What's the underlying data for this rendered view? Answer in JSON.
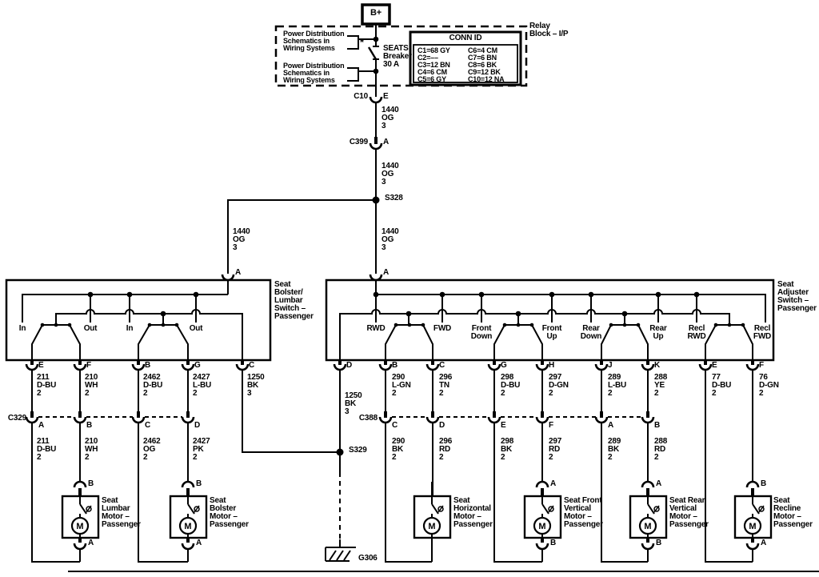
{
  "power_feed": {
    "battery_label": "B+",
    "relay_block_label": "Relay\nBlock – I/P",
    "power_distribution_note": "Power Distribution\nSchematics in\nWiring Systems",
    "breaker_label": "SEATS\nBreaker\n30 A",
    "breaker_star": "*",
    "conn_id_table": {
      "header": "CONN ID",
      "left_column": [
        "C1=68 GY",
        "C2=––",
        "C3=12 BN",
        "C4=6 CM",
        "C5=6 GY"
      ],
      "right_column": [
        "C6=4 CM",
        "C7=6 BN",
        "C8=6 BK",
        "C9=12 BK",
        "C10=12 NA"
      ]
    },
    "connector_c10": {
      "name": "C10",
      "pin": "E"
    },
    "connector_c399": {
      "name": "C399",
      "pin": "A"
    },
    "splice_s328": "S328",
    "splice_s329": "S329",
    "ground_g306": "G306",
    "wire_1440": "1440\nOG\n3"
  },
  "left_switch": {
    "label": "Seat\nBolster/\nLumbar\nSwitch –\nPassenger",
    "feed_pin": "A",
    "positions": [
      "In",
      "Out",
      "In",
      "Out"
    ],
    "pins": [
      "E",
      "F",
      "B",
      "G",
      "C"
    ]
  },
  "right_switch": {
    "label": "Seat\nAdjuster\nSwitch –\nPassenger",
    "feed_pin": "A",
    "positions": [
      "RWD",
      "FWD",
      "Front\nDown",
      "Front\nUp",
      "Rear\nDown",
      "Rear\nUp",
      "Recl\nRWD",
      "Recl\nFWD"
    ],
    "pins": [
      "D",
      "B",
      "C",
      "G",
      "H",
      "J",
      "K",
      "E",
      "F"
    ]
  },
  "connector_c329": {
    "name": "C329",
    "pins": [
      "A",
      "B",
      "C",
      "D"
    ]
  },
  "connector_c388": {
    "name": "C388",
    "pins": [
      "C",
      "D",
      "E",
      "F",
      "A",
      "B"
    ]
  },
  "wires": {
    "left_upper": [
      "211\nD-BU\n2",
      "210\nWH\n2",
      "2462\nD-BU\n2",
      "2427\nL-BU\n2",
      "1250\nBK\n3"
    ],
    "left_lower": [
      "211\nD-BU\n2",
      "210\nWH\n2",
      "2462\nOG\n2",
      "2427\nPK\n2"
    ],
    "right_ground": "1250\nBK\n3",
    "right_upper": [
      "290\nL-GN\n2",
      "296\nTN\n2",
      "298\nD-BU\n2",
      "297\nD-GN\n2",
      "289\nL-BU\n2",
      "288\nYE\n2",
      "77\nD-BU\n2",
      "76\nD-GN\n2"
    ],
    "right_lower": [
      "290\nBK\n2",
      "296\nRD\n2",
      "298\nBK\n2",
      "297\nRD\n2",
      "289\nBK\n2",
      "288\nRD\n2"
    ]
  },
  "motors": [
    {
      "label": "Seat\nLumbar\nMotor –\nPassenger",
      "top_pin": "B",
      "bottom_pin": "A",
      "symbol": "M"
    },
    {
      "label": "Seat\nBolster\nMotor –\nPassenger",
      "top_pin": "B",
      "bottom_pin": "A",
      "symbol": "M"
    },
    {
      "label": "Seat\nHorizontal\nMotor –\nPassenger",
      "symbol": "M"
    },
    {
      "label": "Seat Front\nVertical\nMotor –\nPassenger",
      "top_pin": "A",
      "bottom_pin": "B",
      "symbol": "M"
    },
    {
      "label": "Seat Rear\nVertical\nMotor –\nPassenger",
      "top_pin": "A",
      "bottom_pin": "B",
      "symbol": "M"
    },
    {
      "label": "Seat\nRecline\nMotor –\nPassenger",
      "top_pin": "B",
      "bottom_pin": "A",
      "symbol": "M"
    }
  ]
}
